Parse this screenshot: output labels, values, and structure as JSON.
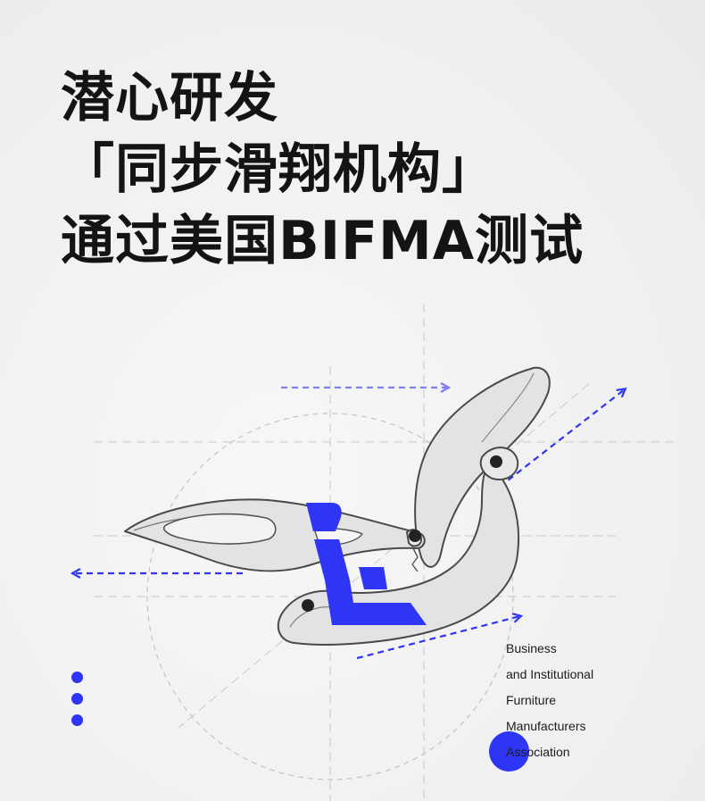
{
  "headline": {
    "line1": "潜心研发",
    "line2": "「同步滑翔机构」",
    "line3": "通过美国BIFMA测试"
  },
  "organization": {
    "line1": "Business",
    "line2": "and Institutional",
    "line3": "Furniture",
    "line4": "Manufacturers",
    "line5": "Association"
  },
  "colors": {
    "accent_blue": "#2f35f5",
    "text_dark": "#141414",
    "background": "#f2f2f2",
    "mechanism_fill": "#e4e4e6",
    "mechanism_stroke": "#4a4a4a"
  },
  "icons": {
    "mechanism": "chair-synchro-mechanism-drawing",
    "logo": "it-brand-logo-icon",
    "dots": "vertical-dots-icon"
  }
}
